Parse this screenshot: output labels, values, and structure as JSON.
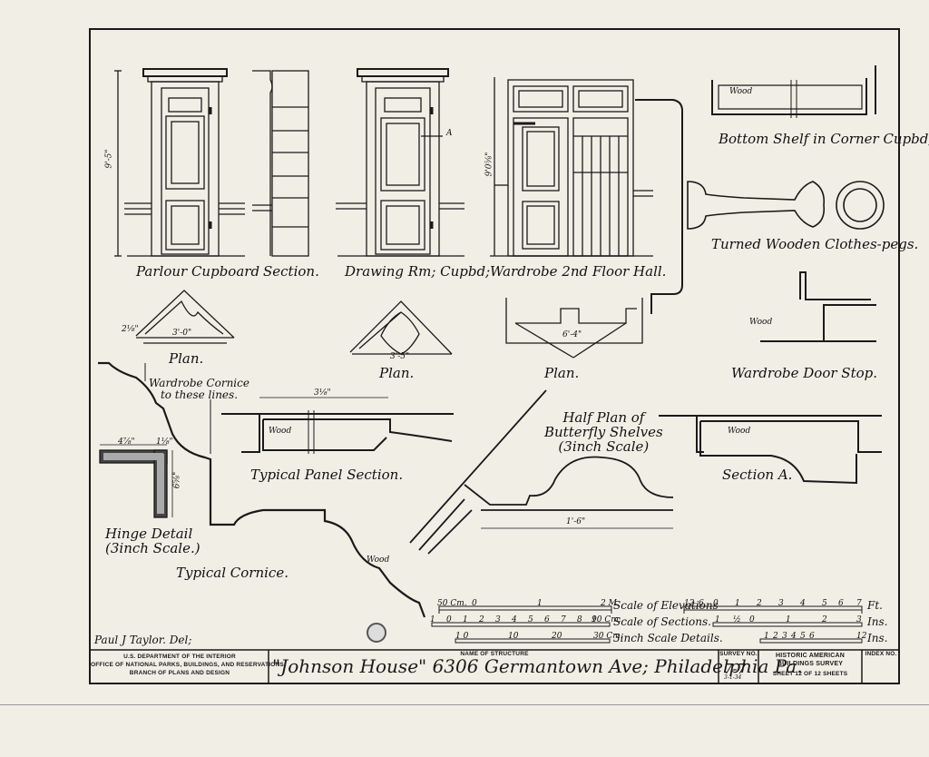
{
  "drawings": {
    "parlour_cupboard": "Parlour Cupboard",
    "section": "Section.",
    "drawing_rm_cupbd": "Drawing Rm; Cupbd;",
    "wardrobe_2nd_floor": "Wardrobe 2nd Floor Hall.",
    "bottom_shelf": "Bottom Shelf in Corner Cupbd;",
    "turned_pegs": "Turned Wooden Clothes-pegs.",
    "plan_1": "Plan.",
    "plan_2": "Plan.",
    "plan_3": "Plan.",
    "wardrobe_door_stop": "Wardrobe Door Stop.",
    "wardrobe_cornice_note": "Wardrobe Cornice\nto these lines.",
    "typical_panel_section": "Typical Panel Section.",
    "half_plan_butterfly": "Half Plan of\nButterfly Shelves\n(3inch Scale)",
    "section_a": "Section A.",
    "hinge_detail": "Hinge Detail\n(3inch Scale.)",
    "typical_cornice": "Typical Cornice.",
    "wood_labels": [
      "Wood",
      "Wood",
      "Wood",
      "Wood",
      "Wood"
    ],
    "marker_a": "A"
  },
  "dimensions": {
    "parlour_height": "9'-5\"",
    "wardrobe_height": "9'0⅝\"",
    "plan1_left": "2⅛\"",
    "plan1_width": "3'-0\"",
    "plan2_width": "3'-5\"",
    "plan3_width": "6'-4\"",
    "panel_width": "3⅛\"",
    "hinge_w1": "4⅞\"",
    "hinge_w2": "1⅛\"",
    "hinge_h": "6⅝\"",
    "butterfly_width": "1'-6\""
  },
  "scales": {
    "elevations": "Scale of Elevations",
    "sections": "Scale of Sections.",
    "details": "3inch Scale Details.",
    "ft": "Ft.",
    "ins": "Ins.",
    "ins2": "Ins.",
    "elev_metric_ticks": [
      "50 Cm.",
      "0",
      "1",
      "2 M."
    ],
    "sections_metric_ticks": [
      "1",
      "0",
      "1",
      "2",
      "3",
      "4",
      "5",
      "6",
      "7",
      "8",
      "9",
      "10 Cm."
    ],
    "details_metric_ticks": [
      "1 0",
      "10",
      "20",
      "30 Cm."
    ],
    "elev_ft_ticks": [
      "12",
      "6",
      "0",
      "1",
      "2",
      "3",
      "4",
      "5",
      "6",
      "7"
    ],
    "sections_in_ticks": [
      "1",
      "½",
      "0",
      "1",
      "2",
      "3"
    ],
    "details_in_ticks": [
      "1",
      "2",
      "3",
      "4",
      "5",
      "6",
      "12"
    ]
  },
  "title_block": {
    "delineator": "Paul J Taylor. Del;",
    "agency_line1": "U.S. DEPARTMENT OF THE INTERIOR",
    "agency_line2": "OFFICE OF NATIONAL PARKS, BUILDINGS, AND RESERVATIONS",
    "agency_line3": "BRANCH OF PLANS AND DESIGN",
    "name_label": "NAME OF STRUCTURE",
    "structure_name": "\"Johnson House\" 6306 Germantown Ave; Philadelphia Pa.",
    "survey_label": "SURVEY NO.",
    "survey_no": "7-7",
    "survey_date": "3-1-34",
    "habs_line1": "HISTORIC AMERICAN",
    "habs_line2": "BUILDINGS SURVEY",
    "sheet_text": "SHEET 12 OF 12 SHEETS",
    "index_label": "INDEX NO."
  }
}
